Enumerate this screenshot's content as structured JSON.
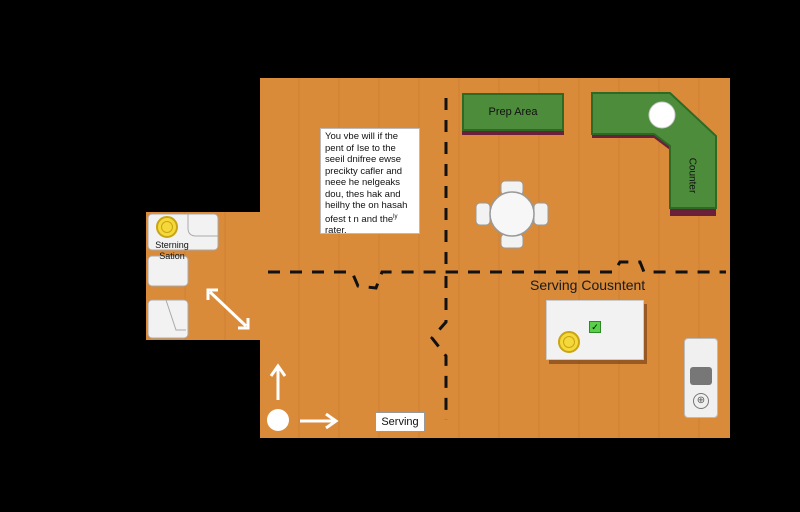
{
  "note": {
    "lines": [
      "You vbe will if the",
      "pent of Ise to the",
      "seeil dnifree ewse",
      "precikty cafler and",
      "neee he nelgeaks",
      "dou, thes hak and",
      "heilhy the on hasah",
      "ofest t n and the",
      "rater."
    ],
    "line_9_suffix": "ly"
  },
  "counters": {
    "prep_area": "Prep Area",
    "corner": "Counter"
  },
  "serving_counter": {
    "title": "Serving Cousntent",
    "check_glyph": "✓"
  },
  "station": {
    "line1": "Sterning",
    "line2": "Sation"
  },
  "serving_label": "Serving",
  "appliance": {
    "dial_glyph": "⊕"
  },
  "colors": {
    "floor": "#d98b3a",
    "counter_green": "#4c8c3a",
    "counter_base": "#6a1f3a",
    "coin": "#f5d83a",
    "background": "#000000"
  }
}
